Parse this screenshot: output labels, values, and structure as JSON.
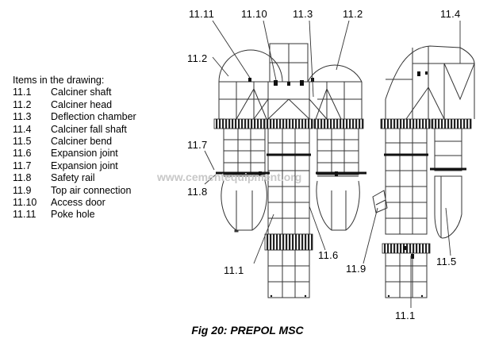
{
  "legend": {
    "heading": "Items in the drawing:",
    "items": [
      {
        "num": "11.1",
        "text": "Calciner shaft"
      },
      {
        "num": "11.2",
        "text": "Calciner head"
      },
      {
        "num": "11.3",
        "text": "Deflection chamber"
      },
      {
        "num": "11.4",
        "text": "Calciner fall shaft"
      },
      {
        "num": "11.5",
        "text": "Calciner bend"
      },
      {
        "num": "11.6",
        "text": "Expansion joint"
      },
      {
        "num": "11.7",
        "text": "Expansion joint"
      },
      {
        "num": "11.8",
        "text": "Safety rail"
      },
      {
        "num": "11.9",
        "text": "Top air connection"
      },
      {
        "num": "11.10",
        "text": "Access door"
      },
      {
        "num": "11.11",
        "text": "Poke hole"
      }
    ]
  },
  "callouts": {
    "c11_11": "11.11",
    "c11_10": "11.10",
    "c11_3": "11.3",
    "c11_2_top": "11.2",
    "c11_4": "11.4",
    "c11_2_left": "11.2",
    "c11_7": "11.7",
    "c11_8": "11.8",
    "c11_6": "11.6",
    "c11_1_left": "11.1",
    "c11_9": "11.9",
    "c11_5": "11.5",
    "c11_1_bottom": "11.1"
  },
  "watermark": "www.cementequipment.org",
  "caption": "Fig 20: PREPOL MSC"
}
